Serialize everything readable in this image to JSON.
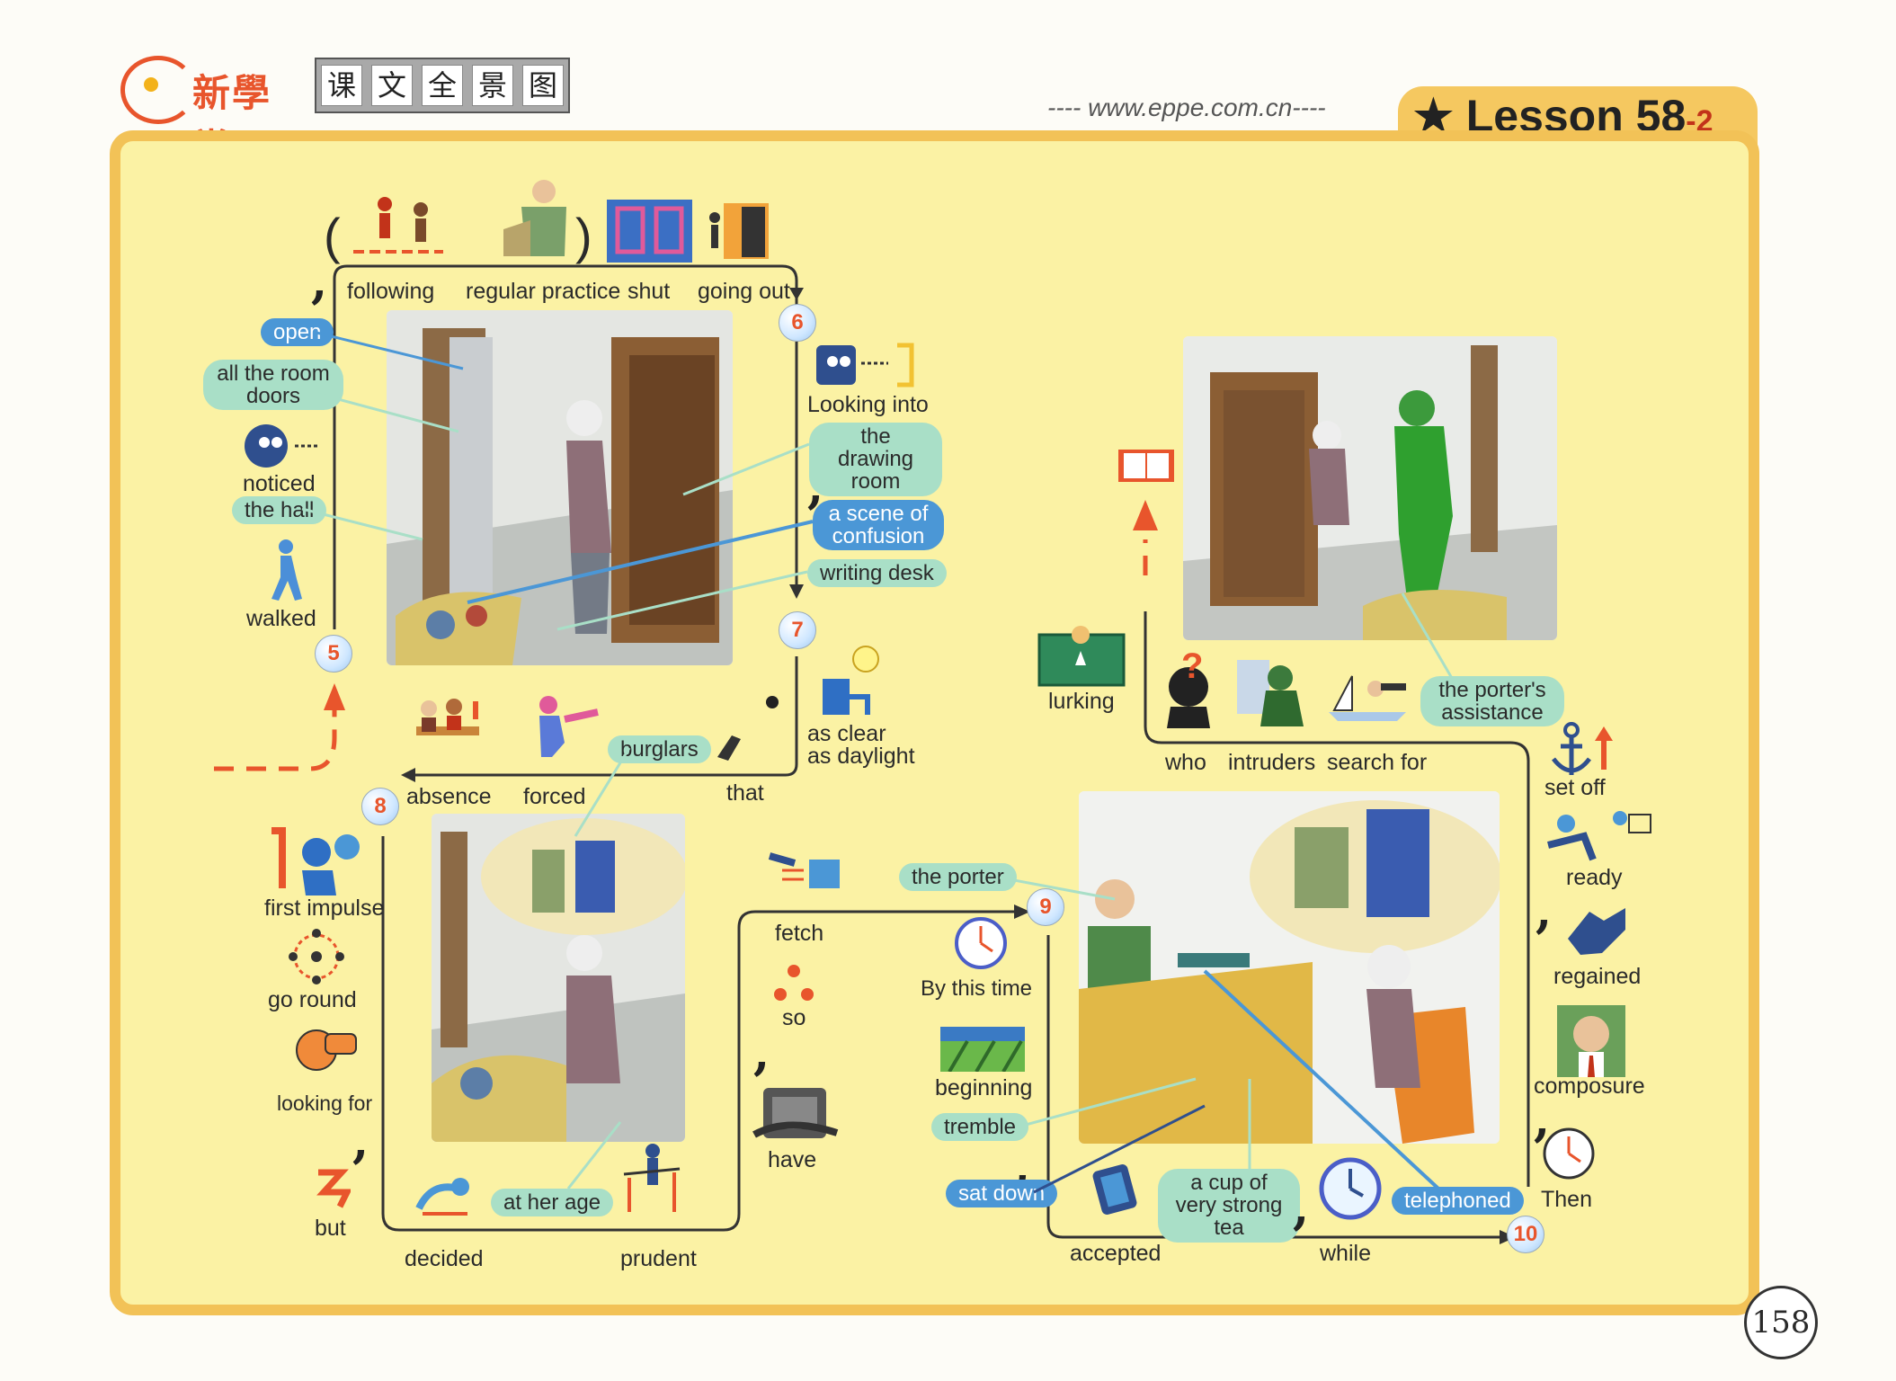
{
  "header": {
    "brand": "新學堂",
    "subtitle_chars": [
      "课",
      "文",
      "全",
      "景",
      "图"
    ],
    "url": "---- www.eppe.com.cn----",
    "lesson_title": "★ Lesson 58",
    "lesson_suffix": "-2"
  },
  "page_number": "158",
  "markers": [
    "5",
    "6",
    "7",
    "8",
    "9",
    "10"
  ],
  "commas": [
    ",",
    ",",
    ",",
    ",",
    ",",
    ",",
    ",",
    ","
  ],
  "scene1": {
    "top_words": [
      "following",
      "regular practice",
      "shut",
      "going out"
    ],
    "left_pills": [
      "open",
      "all the room doors"
    ],
    "left_words": [
      "noticed",
      "walked"
    ],
    "left_pill_hall": "the hall",
    "right_words": [
      "Looking into"
    ],
    "right_pills": [
      "the drawing room",
      "a scene of confusion",
      "writing desk"
    ],
    "paren_open": "(",
    "paren_close": ")"
  },
  "bridge1": {
    "words": [
      "absence",
      "forced",
      "that",
      "as clear as daylight"
    ],
    "pill": "burglars"
  },
  "scene2": {
    "left_words": [
      "first impulse",
      "go round",
      "looking for",
      "but"
    ],
    "bottom_words": [
      "decided",
      "prudent"
    ],
    "bottom_pill": "at her age"
  },
  "middle": {
    "words": [
      "fetch",
      "so",
      "have"
    ]
  },
  "scene3": {
    "left_words": [
      "By this time",
      "beginning"
    ],
    "pills_teal": [
      "the porter",
      "tremble",
      "a cup of very strong tea"
    ],
    "pills_blue": [
      "sat down",
      "telephoned"
    ],
    "bottom_words": [
      "accepted",
      "while"
    ]
  },
  "right_column": {
    "words": [
      "set off",
      "ready",
      "regained",
      "composure",
      "Then"
    ]
  },
  "scene4": {
    "words": [
      "lurking",
      "who",
      "intruders",
      "search for"
    ],
    "pill": "the porter's assistance"
  },
  "colors": {
    "panel": "#fbf2a4",
    "border": "#f2c257",
    "teal_pill": "#a9dfc7",
    "blue_pill": "#4b97d6",
    "accent_red": "#e8552c"
  }
}
